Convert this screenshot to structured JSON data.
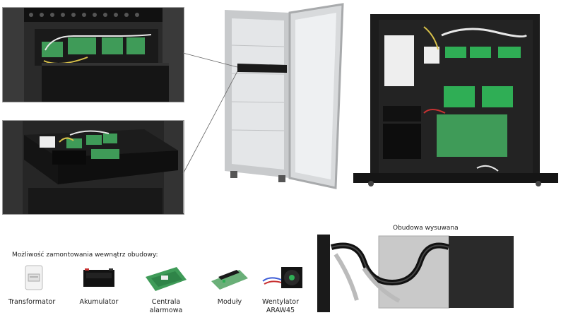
{
  "section": {
    "mounting_caption": "Możliwość zamontowania wewnątrz obudowy:"
  },
  "items": [
    {
      "label_line1": "Transformator",
      "label_line2": "",
      "icon": "transformer-icon"
    },
    {
      "label_line1": "Akumulator",
      "label_line2": "",
      "icon": "battery-icon"
    },
    {
      "label_line1": "Centrala",
      "label_line2": "alarmowa",
      "icon": "alarm-panel-icon"
    },
    {
      "label_line1": "Moduły",
      "label_line2": "",
      "icon": "module-icon"
    },
    {
      "label_line1": "Wentylator",
      "label_line2": "ARAW45",
      "icon": "fan-icon"
    }
  ],
  "drawer": {
    "title": "Obudowa wysuwana"
  },
  "colors": {
    "rack_dark": "#1e1e1e",
    "pcb_green": "#3f9b58",
    "terminal_green": "#2fae55",
    "cabinet_grey": "#d2d4d6",
    "sheet_grey": "#c9c9c9"
  }
}
